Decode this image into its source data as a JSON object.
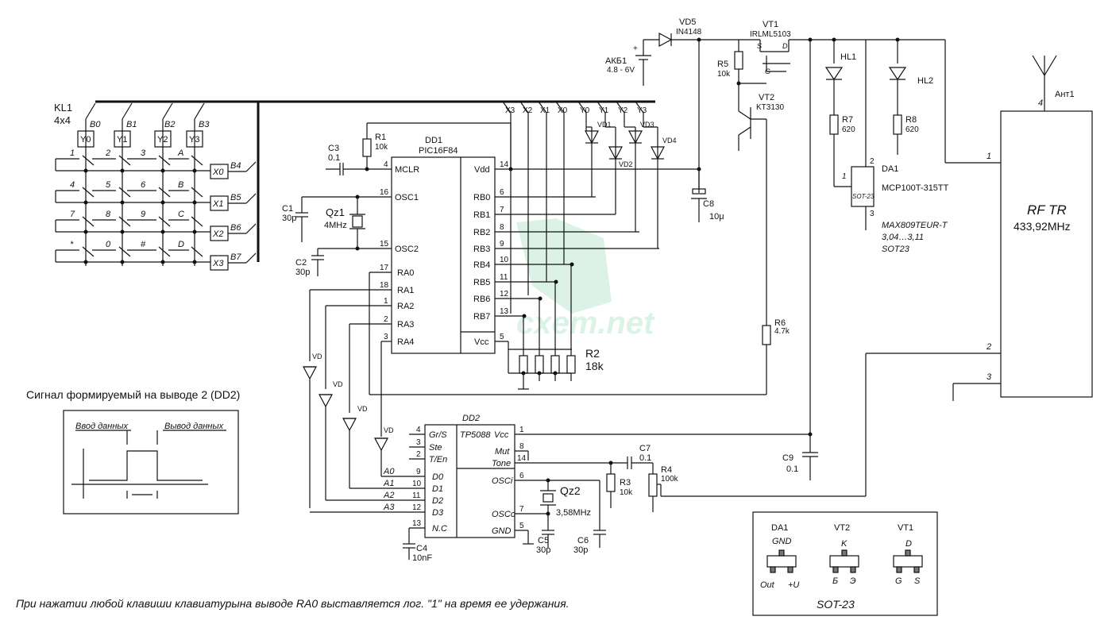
{
  "keyboard": {
    "ref": "KL1",
    "size": "4x4",
    "col_nets": [
      "B0",
      "B1",
      "B2",
      "B3"
    ],
    "col_ports": [
      "Y0",
      "Y1",
      "Y2",
      "Y3"
    ],
    "row_ports": [
      "X0",
      "X1",
      "X2",
      "X3"
    ],
    "row_nets": [
      "B4",
      "B5",
      "B6",
      "B7"
    ],
    "keys": [
      "1",
      "2",
      "3",
      "A",
      "4",
      "5",
      "6",
      "B",
      "7",
      "8",
      "9",
      "C",
      "*",
      "0",
      "#",
      "D"
    ]
  },
  "mcu": {
    "ref": "DD1",
    "part": "PIC16F84",
    "left_pins": [
      {
        "num": "4",
        "name": "MCLR"
      },
      {
        "num": "16",
        "name": "OSC1"
      },
      {
        "num": "15",
        "name": "OSC2"
      },
      {
        "num": "17",
        "name": "RA0"
      },
      {
        "num": "18",
        "name": "RA1"
      },
      {
        "num": "1",
        "name": "RA2"
      },
      {
        "num": "2",
        "name": "RA3"
      },
      {
        "num": "3",
        "name": "RA4"
      }
    ],
    "right_pins": [
      {
        "num": "14",
        "name": "Vdd"
      },
      {
        "num": "6",
        "name": "RB0"
      },
      {
        "num": "7",
        "name": "RB1"
      },
      {
        "num": "8",
        "name": "RB2"
      },
      {
        "num": "9",
        "name": "RB3"
      },
      {
        "num": "10",
        "name": "RB4"
      },
      {
        "num": "11",
        "name": "RB5"
      },
      {
        "num": "12",
        "name": "RB6"
      },
      {
        "num": "13",
        "name": "RB7"
      },
      {
        "num": "5",
        "name": "Vcc"
      }
    ]
  },
  "bus_labels": [
    "X3",
    "X2",
    "X1",
    "X0",
    "Y0",
    "Y1",
    "Y2",
    "Y3"
  ],
  "parts": {
    "r1": {
      "ref": "R1",
      "val": "10k"
    },
    "c3": {
      "ref": "C3",
      "val": "0.1"
    },
    "c1": {
      "ref": "C1",
      "val": "30p"
    },
    "c2": {
      "ref": "C2",
      "val": "30p"
    },
    "qz1": {
      "ref": "Qz1",
      "val": "4MHz"
    },
    "vd5": {
      "ref": "VD5",
      "val": "IN4148"
    },
    "bat": {
      "ref": "АКБ1",
      "val": "4.8 - 6V",
      "plus": "+"
    },
    "vt1": {
      "ref": "VT1",
      "val": "IRLML5103",
      "s": "S",
      "d": "D",
      "g": "G"
    },
    "r5": {
      "ref": "R5",
      "val": "10k"
    },
    "vt2": {
      "ref": "VT2",
      "val": "KT3130"
    },
    "c8": {
      "ref": "C8",
      "val": "10μ"
    },
    "r6": {
      "ref": "R6",
      "val": "4.7k"
    },
    "r2": {
      "ref": "R2",
      "val": "18k"
    },
    "vd1": "VD1",
    "vd2": "VD2",
    "vd3": "VD3",
    "vd4": "VD4",
    "hl1": "HL1",
    "hl2": "HL2",
    "r7": {
      "ref": "R7",
      "val": "620"
    },
    "r8": {
      "ref": "R8",
      "val": "620"
    },
    "c9": {
      "ref": "C9",
      "val": "0.1"
    },
    "c7": {
      "ref": "C7",
      "val": "0.1"
    },
    "r3": {
      "ref": "R3",
      "val": "10k"
    },
    "r4": {
      "ref": "R4",
      "val": "100k"
    },
    "qz2": {
      "ref": "Qz2",
      "val": "3,58MHz"
    },
    "c5": {
      "ref": "C5",
      "val": "30p"
    },
    "c6": {
      "ref": "C6",
      "val": "30p"
    },
    "c4": {
      "ref": "C4",
      "val": "10nF"
    },
    "vd": "VD"
  },
  "da1": {
    "ref": "DA1",
    "part": "MCP100T-315TT",
    "pkg": "SOT-23",
    "pin1": "1",
    "pin2": "2",
    "pin3": "3",
    "alt_part": "MAX809TEUR-T",
    "alt_range": "3,04…3,11",
    "alt_pkg": "SOT23"
  },
  "rf": {
    "title": "RF TR",
    "freq": "433,92MHz",
    "antenna": "Ант1",
    "pin1": "1",
    "pin2": "2",
    "pin3": "3",
    "pin4": "4"
  },
  "dtmf": {
    "ref": "DD2",
    "part": "TP5088",
    "left_pins": [
      {
        "num": "4",
        "name": "Gr/S"
      },
      {
        "num": "3",
        "name": "Ste"
      },
      {
        "num": "2",
        "name": "T/En"
      },
      {
        "num": "9",
        "name": "D0"
      },
      {
        "num": "10",
        "name": "D1"
      },
      {
        "num": "11",
        "name": "D2"
      },
      {
        "num": "12",
        "name": "D3"
      },
      {
        "num": "13",
        "name": "N.C"
      }
    ],
    "right_pins": [
      {
        "num": "1",
        "name": "Vcc"
      },
      {
        "num": "8",
        "name": "Mut"
      },
      {
        "num": "14",
        "name": "Tone"
      },
      {
        "num": "6",
        "name": "OSCi"
      },
      {
        "num": "7",
        "name": "OSCo"
      },
      {
        "num": "5",
        "name": "GND"
      }
    ],
    "addr_labels": [
      "A0",
      "A1",
      "A2",
      "A3"
    ]
  },
  "signal": {
    "title": "Сигнал формируемый на выводе 2 (DD2)",
    "input": "Ввод данных",
    "output": "Вывод данных"
  },
  "pinout": {
    "title": "SOT-23",
    "da1": {
      "name": "DA1",
      "top": "GND",
      "left": "Out",
      "right": "+U"
    },
    "vt2": {
      "name": "VT2",
      "top": "K",
      "left": "Б",
      "right": "Э"
    },
    "vt1": {
      "name": "VT1",
      "top": "D",
      "left": "G",
      "right": "S"
    }
  },
  "watermark": "cxem.net",
  "footnote": "При нажатии любой клавиши клавиатурына выводе RA0 выставляется лог. \"1\" на время ее удержания.",
  "colors": {
    "ink": "#111111",
    "watermark": "#bfe8d4"
  }
}
